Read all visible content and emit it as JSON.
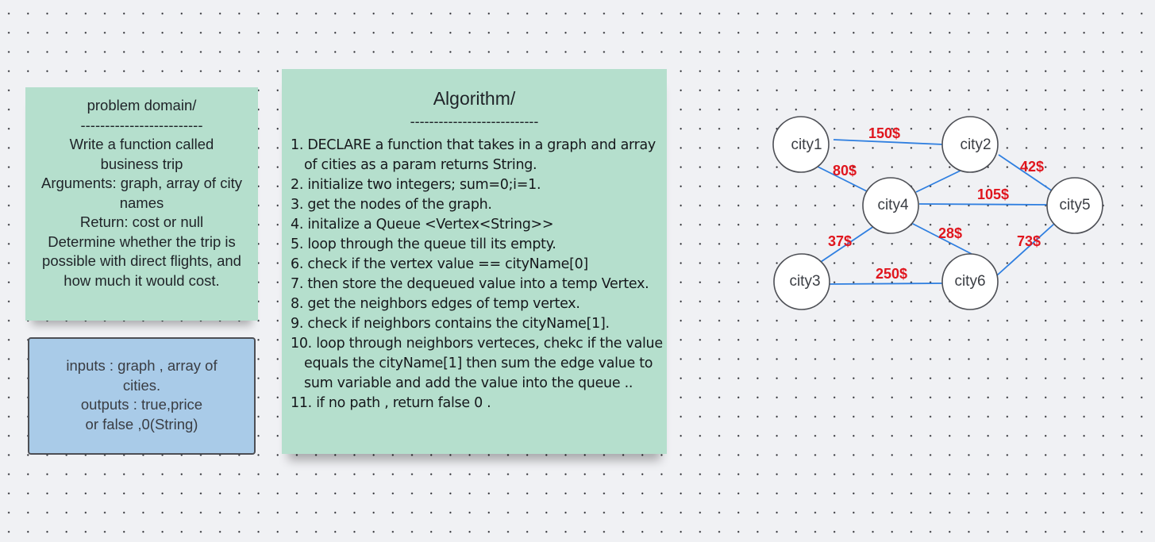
{
  "problem_domain": {
    "title": "problem domain/",
    "divider": "-------------------------",
    "lines": [
      "Write a function called",
      "business trip",
      "Arguments: graph, array of city",
      "names",
      "Return: cost or null",
      "Determine whether the trip is",
      "possible with direct flights, and",
      "how much it would cost."
    ]
  },
  "io": {
    "lines": [
      "inputs : graph , array of",
      "cities.",
      "outputs : true,price",
      "or false ,0(String)"
    ]
  },
  "algorithm": {
    "title": "Algorithm/",
    "divider": "---------------------------",
    "steps": [
      "1. DECLARE a function that takes in a graph and array of cities as a param returns String.",
      "2. initialize two integers; sum=0;i=1.",
      "3. get the nodes of the graph.",
      "4. initalize a Queue <Vertex<String>>",
      "5. loop through the queue till its empty.",
      "6. check if the vertex value == cityName[0]",
      "7. then store the dequeued value into a temp Vertex.",
      "8. get the neighbors edges of temp vertex.",
      "9. check if neighbors contains the cityName[1].",
      "10. loop through neighbors verteces, chekc if the value equals the cityName[1] then sum the edge value to sum variable and add the value into the queue ..",
      "11. if no path , return false 0 ."
    ]
  },
  "graph": {
    "nodes": [
      "city1",
      "city2",
      "city4",
      "city5",
      "city3",
      "city6"
    ],
    "edges": [
      {
        "from": "city1",
        "to": "city2",
        "label": "150$"
      },
      {
        "from": "city1",
        "to": "city4",
        "label": "80$"
      },
      {
        "from": "city2",
        "to": "city5",
        "label": "42$"
      },
      {
        "from": "city4",
        "to": "city2",
        "label": ""
      },
      {
        "from": "city4",
        "to": "city5",
        "label": "105$"
      },
      {
        "from": "city4",
        "to": "city3",
        "label": "37$"
      },
      {
        "from": "city4",
        "to": "city6",
        "label": "28$"
      },
      {
        "from": "city5",
        "to": "city6",
        "label": "73$"
      },
      {
        "from": "city3",
        "to": "city6",
        "label": "250$"
      }
    ],
    "colors": {
      "edge": "#2f7fe0",
      "edge_label": "#e0161e",
      "node_fill": "#ffffff",
      "node_stroke": "#4d4f55"
    }
  }
}
